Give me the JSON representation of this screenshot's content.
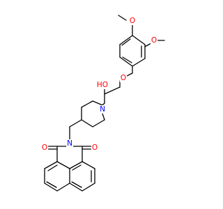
{
  "molecule": {
    "atom_labels": {
      "ome_o1": "O",
      "ome_o2": "O",
      "ether_o": "O",
      "ho": "HO",
      "n_pip": "N",
      "n_imide": "N",
      "carbonyl_o1": "O",
      "carbonyl_o2": "O"
    },
    "colors": {
      "bond": "#000000",
      "oxygen": "#ff0000",
      "nitrogen": "#0000ff",
      "background": "#ffffff"
    }
  }
}
